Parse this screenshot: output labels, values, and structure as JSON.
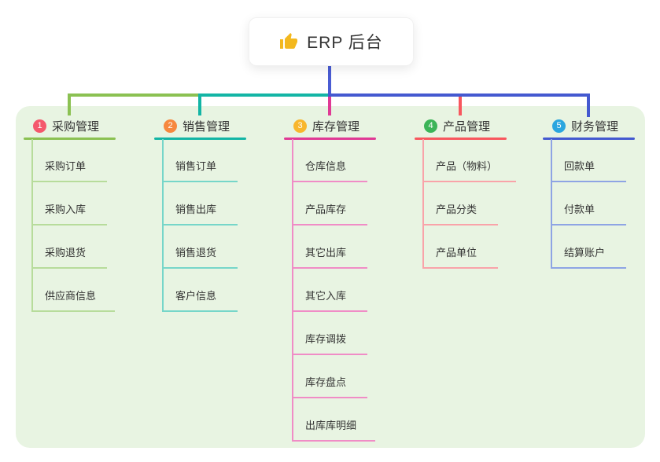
{
  "root": {
    "label": "ERP 后台",
    "icon": "thumbs-up-icon",
    "icon_color": "#f3b81e",
    "stem_color": "#4a5cd3"
  },
  "panel": {
    "background": "#e8f4e2"
  },
  "branches": [
    {
      "number": "1",
      "label": "采购管理",
      "badge_color": "#f4586c",
      "line_color": "#8bc152",
      "child_line_color": "#b7dc9b",
      "children": [
        "采购订单",
        "采购入库",
        "采购退货",
        "供应商信息"
      ]
    },
    {
      "number": "2",
      "label": "销售管理",
      "badge_color": "#f6883e",
      "line_color": "#13b5a5",
      "child_line_color": "#76d6c9",
      "children": [
        "销售订单",
        "销售出库",
        "销售退货",
        "客户信息"
      ]
    },
    {
      "number": "3",
      "label": "库存管理",
      "badge_color": "#f8b62d",
      "line_color": "#e03a95",
      "child_line_color": "#f08cc6",
      "children": [
        "仓库信息",
        "产品库存",
        "其它出库",
        "其它入库",
        "库存调拨",
        "库存盘点",
        "出库库明细"
      ]
    },
    {
      "number": "4",
      "label": "产品管理",
      "badge_color": "#3cb458",
      "line_color": "#f8575e",
      "child_line_color": "#f9a3a9",
      "children": [
        "产品（物料）",
        "产品分类",
        "产品单位"
      ]
    },
    {
      "number": "5",
      "label": "财务管理",
      "badge_color": "#2ba6df",
      "line_color": "#4459d0",
      "child_line_color": "#8ea4e4",
      "children": [
        "回款单",
        "付款单",
        "结算账户"
      ]
    }
  ]
}
